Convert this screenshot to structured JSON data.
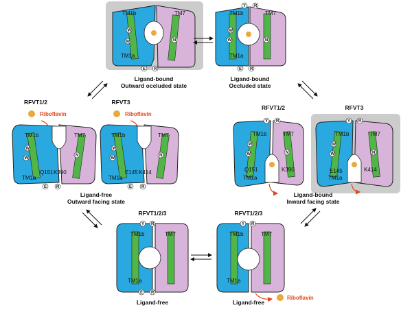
{
  "palette": {
    "blue_domain": "#29a9df",
    "purple_domain": "#d8b4da",
    "helix_green": "#52b548",
    "highlight_gray": "#cccccc",
    "ligand_orange": "#e0481e"
  },
  "labels": {
    "tm1b": "TM1b",
    "tm1a": "TM1a",
    "tm7": "TM7",
    "w": "W",
    "n": "N",
    "e": "E",
    "r": "R",
    "y": "Y"
  },
  "panels": [
    {
      "id": "p1",
      "caption": [
        "Ligand-bound",
        "Outward occluded state"
      ]
    },
    {
      "id": "p2",
      "caption": [
        "Ligand-bound",
        "Occluded state"
      ]
    },
    {
      "id": "p3",
      "title": "RFVT1/2",
      "ligand": "Riboflavin",
      "residues": [
        "Q151",
        "K390"
      ]
    },
    {
      "id": "p4",
      "title": "RFVT3",
      "ligand": "Riboflavin",
      "residues": [
        "E145",
        "K414"
      ]
    },
    {
      "id": "p5",
      "title": "RFVT1/2",
      "residues": [
        "Q151",
        "K390"
      ]
    },
    {
      "id": "p6",
      "title": "RFVT3",
      "residues": [
        "E145",
        "K414"
      ]
    },
    {
      "id": "p7",
      "title": "RFVT1/2/3",
      "caption": [
        "Ligand-free"
      ]
    },
    {
      "id": "p8",
      "title": "RFVT1/2/3",
      "caption": [
        "Ligand-free"
      ],
      "ligand": "Riboflavin"
    }
  ],
  "group_captions": {
    "left": [
      "Ligand-free",
      "Outward facing state"
    ],
    "right": [
      "Ligand-bound",
      "Inward facing state"
    ]
  }
}
